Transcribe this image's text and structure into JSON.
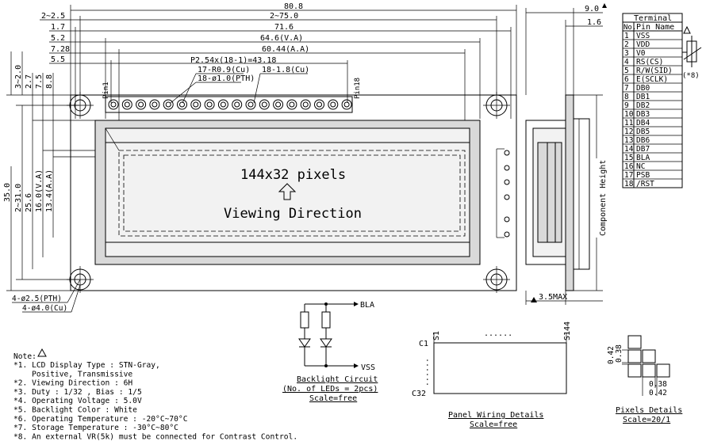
{
  "dims": {
    "d80_8": "80.8",
    "d2_75": "2~75.0",
    "d2_2_5": "2~2.5",
    "d1_7": "1.7",
    "d71_6": "71.6",
    "d5_2": "5.2",
    "d64_6": "64.6(V.A)",
    "d7_28": "7.28",
    "d60_44": "60.44(A.A)",
    "d5_5": "5.5",
    "pitch": "P2.54x(18-1)=43.18",
    "r09": "17-R0.9(Cu)",
    "r18": "18-1.8(Cu)",
    "pth": "18-ø1.0(PTH)",
    "pin1": "Pin1",
    "pin18": "Pin18",
    "d3_2": "3~2.0",
    "d2_7": "2.7",
    "d7_5": "7.5",
    "d8_8": "8.8",
    "d35": "35.0",
    "d2_31": "2~31.0",
    "d25_6": "25.6",
    "d16_va": "16.0(V.A)",
    "d13_aa": "13.4(A.A)",
    "hole_pth": "4-ø2.5(PTH)",
    "hole_cu": "4-ø4.0(Cu)",
    "d9_0": "9.0",
    "d1_6": "1.6",
    "d3_5max": "3.5MAX",
    "component_height": "Component Height"
  },
  "lcd": {
    "pixels": "144x32 pixels",
    "viewing": "Viewing Direction"
  },
  "terminal": {
    "title": "Terminal",
    "col_no": "No.",
    "col_pin": "Pin Name",
    "rows": [
      {
        "no": "1",
        "pin": "VSS"
      },
      {
        "no": "2",
        "pin": "VDD"
      },
      {
        "no": "3",
        "pin": "V0"
      },
      {
        "no": "4",
        "pin": "RS(CS)"
      },
      {
        "no": "5",
        "pin": "R/W(SID)"
      },
      {
        "no": "6",
        "pin": "E(SCLK)"
      },
      {
        "no": "7",
        "pin": "DB0"
      },
      {
        "no": "8",
        "pin": "DB1"
      },
      {
        "no": "9",
        "pin": "DB2"
      },
      {
        "no": "10",
        "pin": "DB3"
      },
      {
        "no": "11",
        "pin": "DB4"
      },
      {
        "no": "12",
        "pin": "DB5"
      },
      {
        "no": "13",
        "pin": "DB6"
      },
      {
        "no": "14",
        "pin": "DB7"
      },
      {
        "no": "15",
        "pin": "BLA"
      },
      {
        "no": "16",
        "pin": "NC"
      },
      {
        "no": "17",
        "pin": "PSB"
      },
      {
        "no": "18",
        "pin": "/RST"
      }
    ],
    "note8": "(*8)"
  },
  "backlight": {
    "bla": "BLA",
    "vss": "VSS",
    "title": "Backlight Circuit",
    "leds": "(No. of LEDs = 2pcs)",
    "scale": "Scale=free"
  },
  "panel": {
    "s1": "S1",
    "s144": "S144",
    "c1": "C1",
    "c32": "C32",
    "dots_h": "......",
    "dots_v": "......",
    "title": "Panel Wiring Details",
    "scale": "Scale=free"
  },
  "pixel": {
    "d042a": "0.42",
    "d038a": "0.38",
    "d038b": "0.38",
    "d042b": "0.42",
    "title": "Pixels Details",
    "scale": "Scale=20/1"
  },
  "notes": {
    "header": "Note:",
    "lines": [
      "*1. LCD Display Type : STN-Gray,",
      "    Positive, Transmissive",
      "*2. Viewing Direction : 6H",
      "*3. Duty : 1/32 , Bias : 1/5",
      "*4. Operating Voltage : 5.0V",
      "*5. Backlight Color : White",
      "*6. Operating Temperature : -20°C~70°C",
      "*7. Storage Temperature : -30°C~80°C",
      "*8. An external VR(5k) must be connected for Contrast Control."
    ]
  }
}
